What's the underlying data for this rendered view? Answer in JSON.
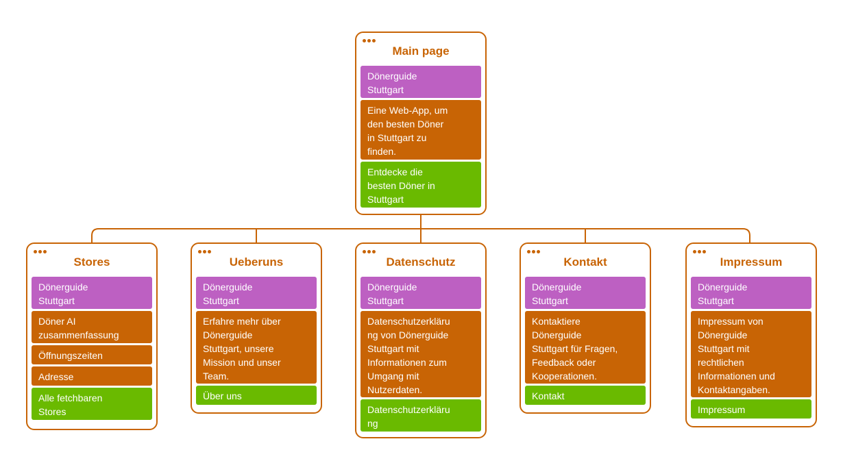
{
  "colors": {
    "header": "#bd60c2",
    "content": "#c86405",
    "action": "#6aba00",
    "border": "#c86405"
  },
  "main": {
    "title": "Main page",
    "blocks": {
      "header": "Dönerguide\nStuttgart",
      "content": "Eine Web-App, um\nden besten Döner\nin Stuttgart zu\nfinden.",
      "action": "Entdecke die\nbesten Döner in\nStuttgart"
    }
  },
  "pages": [
    {
      "title": "Stores",
      "blocks": [
        {
          "type": "header",
          "text": "Dönerguide\nStuttgart"
        },
        {
          "type": "content",
          "text": "Döner AI\nzusammenfassung"
        },
        {
          "type": "content",
          "text": "Öffnungszeiten"
        },
        {
          "type": "content",
          "text": "Adresse"
        },
        {
          "type": "action",
          "text": "Alle fetchbaren\nStores"
        }
      ]
    },
    {
      "title": "Ueberuns",
      "blocks": [
        {
          "type": "header",
          "text": "Dönerguide\nStuttgart"
        },
        {
          "type": "content",
          "text": "Erfahre mehr über\nDönerguide\nStuttgart, unsere\nMission und unser\nTeam."
        },
        {
          "type": "action",
          "text": "Über uns"
        }
      ]
    },
    {
      "title": "Datenschutz",
      "blocks": [
        {
          "type": "header",
          "text": "Dönerguide\nStuttgart"
        },
        {
          "type": "content",
          "text": "Datenschutzerkläru\nng von Dönerguide\nStuttgart mit\nInformationen zum\nUmgang mit\nNutzerdaten."
        },
        {
          "type": "action",
          "text": "Datenschutzerkläru\nng"
        }
      ]
    },
    {
      "title": "Kontakt",
      "blocks": [
        {
          "type": "header",
          "text": "Dönerguide\nStuttgart"
        },
        {
          "type": "content",
          "text": "Kontaktiere\nDönerguide\nStuttgart für Fragen,\nFeedback oder\nKooperationen."
        },
        {
          "type": "action",
          "text": "Kontakt"
        }
      ]
    },
    {
      "title": "Impressum",
      "blocks": [
        {
          "type": "header",
          "text": "Dönerguide\nStuttgart"
        },
        {
          "type": "content",
          "text": "Impressum von\nDönerguide\nStuttgart mit\nrechtlichen\nInformationen und\nKontaktangaben."
        },
        {
          "type": "action",
          "text": "Impressum"
        }
      ]
    }
  ]
}
